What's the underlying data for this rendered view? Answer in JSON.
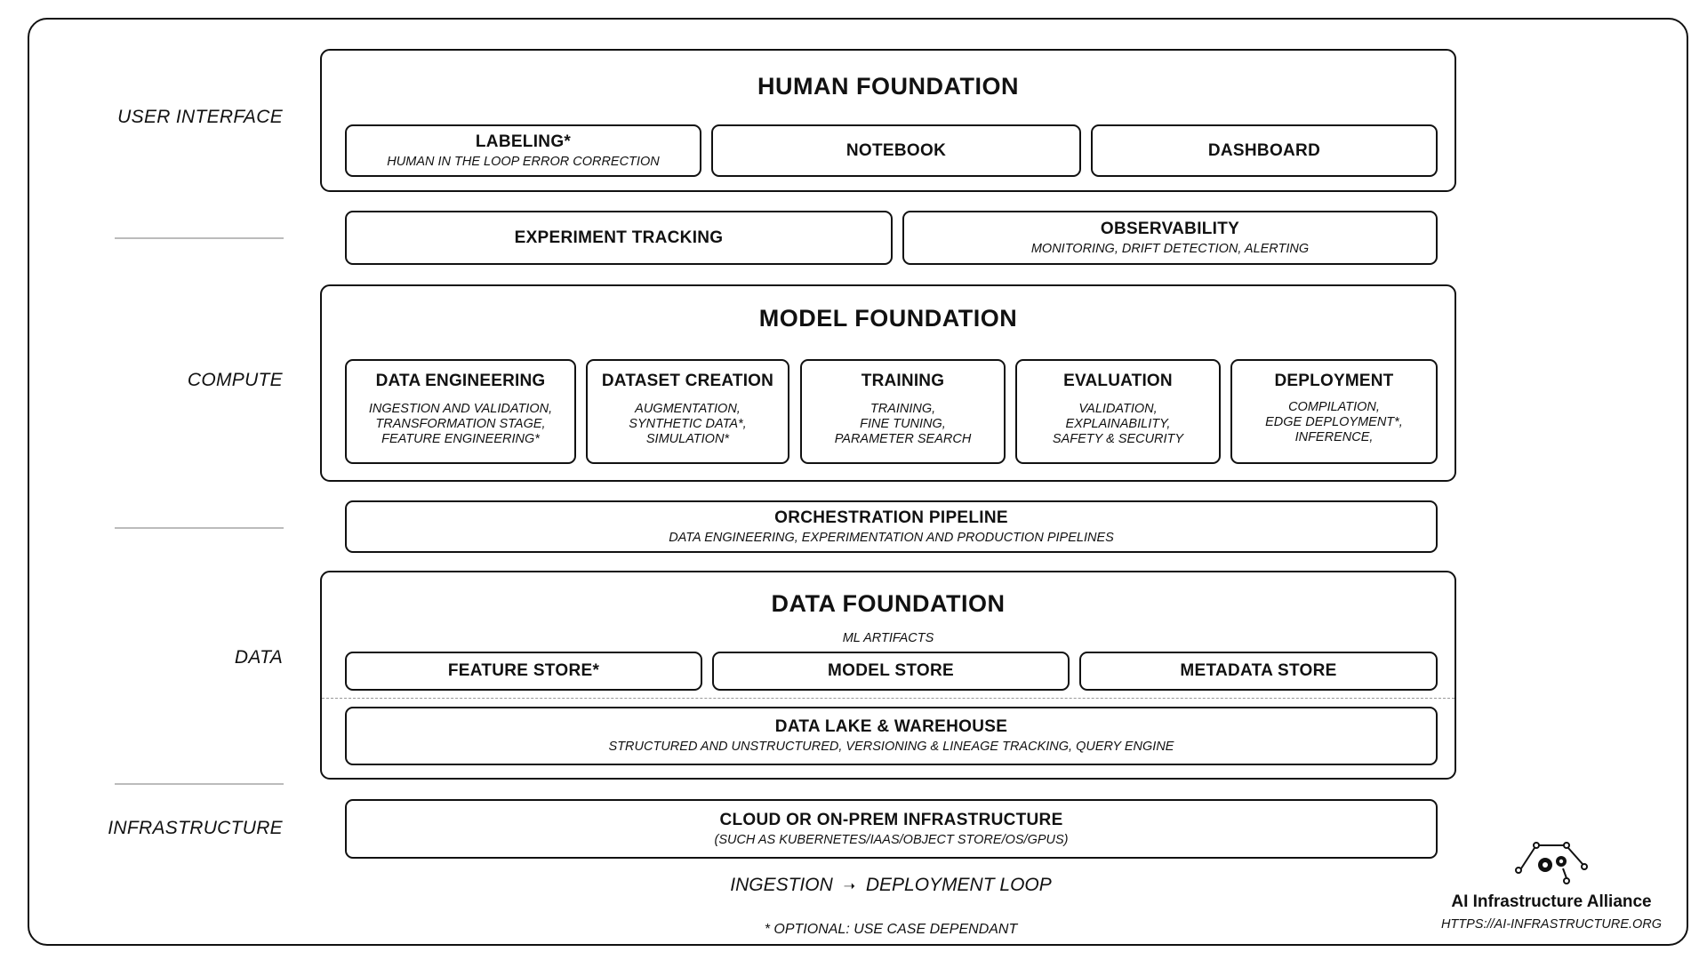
{
  "layers": {
    "user_interface": "USER INTERFACE",
    "compute": "COMPUTE",
    "data": "DATA",
    "infrastructure": "INFRASTRUCTURE"
  },
  "human_foundation": {
    "heading": "HUMAN FOUNDATION",
    "labeling": {
      "title": "LABELING*",
      "sub": "HUMAN IN THE LOOP ERROR CORRECTION"
    },
    "notebook": {
      "title": "NOTEBOOK"
    },
    "dashboard": {
      "title": "DASHBOARD"
    }
  },
  "experiment_tracking": {
    "title": "EXPERIMENT TRACKING"
  },
  "observability": {
    "title": "OBSERVABILITY",
    "sub": "MONITORING, DRIFT DETECTION, ALERTING"
  },
  "model_foundation": {
    "heading": "MODEL FOUNDATION",
    "cards": [
      {
        "title": "DATA ENGINEERING",
        "lines": [
          "INGESTION AND VALIDATION,",
          "TRANSFORMATION STAGE,",
          "FEATURE ENGINEERING*"
        ]
      },
      {
        "title": "DATASET CREATION",
        "lines": [
          "AUGMENTATION,",
          "SYNTHETIC DATA*,",
          "SIMULATION*"
        ]
      },
      {
        "title": "TRAINING",
        "lines": [
          "TRAINING,",
          "FINE TUNING,",
          "PARAMETER SEARCH"
        ]
      },
      {
        "title": "EVALUATION",
        "lines": [
          "VALIDATION,",
          "EXPLAINABILITY,",
          "SAFETY & SECURITY"
        ]
      },
      {
        "title": "DEPLOYMENT",
        "lines": [
          "COMPILATION,",
          "EDGE DEPLOYMENT*,",
          "INFERENCE,"
        ]
      }
    ]
  },
  "orchestration": {
    "title": "ORCHESTRATION PIPELINE",
    "sub": "DATA ENGINEERING, EXPERIMENTATION AND PRODUCTION PIPELINES"
  },
  "data_foundation": {
    "heading": "DATA FOUNDATION",
    "artifacts_label": "ML ARTIFACTS",
    "feature_store": "FEATURE STORE*",
    "model_store": "MODEL STORE",
    "metadata_store": "METADATA STORE",
    "data_lake": {
      "title": "DATA LAKE & WAREHOUSE",
      "sub": "STRUCTURED AND UNSTRUCTURED, VERSIONING & LINEAGE TRACKING, QUERY ENGINE"
    }
  },
  "infrastructure_box": {
    "title": "CLOUD OR ON-PREM INFRASTRUCTURE",
    "sub": "(SUCH AS KUBERNETES/IAAS/OBJECT STORE/OS/GPUS)"
  },
  "loop": {
    "start": "INGESTION",
    "arrow": "➝",
    "end": "DEPLOYMENT LOOP"
  },
  "footnote": "* OPTIONAL: USE CASE DEPENDANT",
  "logo": {
    "icon": "gears-network-icon",
    "name": "AI Infrastructure Alliance",
    "url": "HTTPS://AI-INFRASTRUCTURE.ORG"
  }
}
